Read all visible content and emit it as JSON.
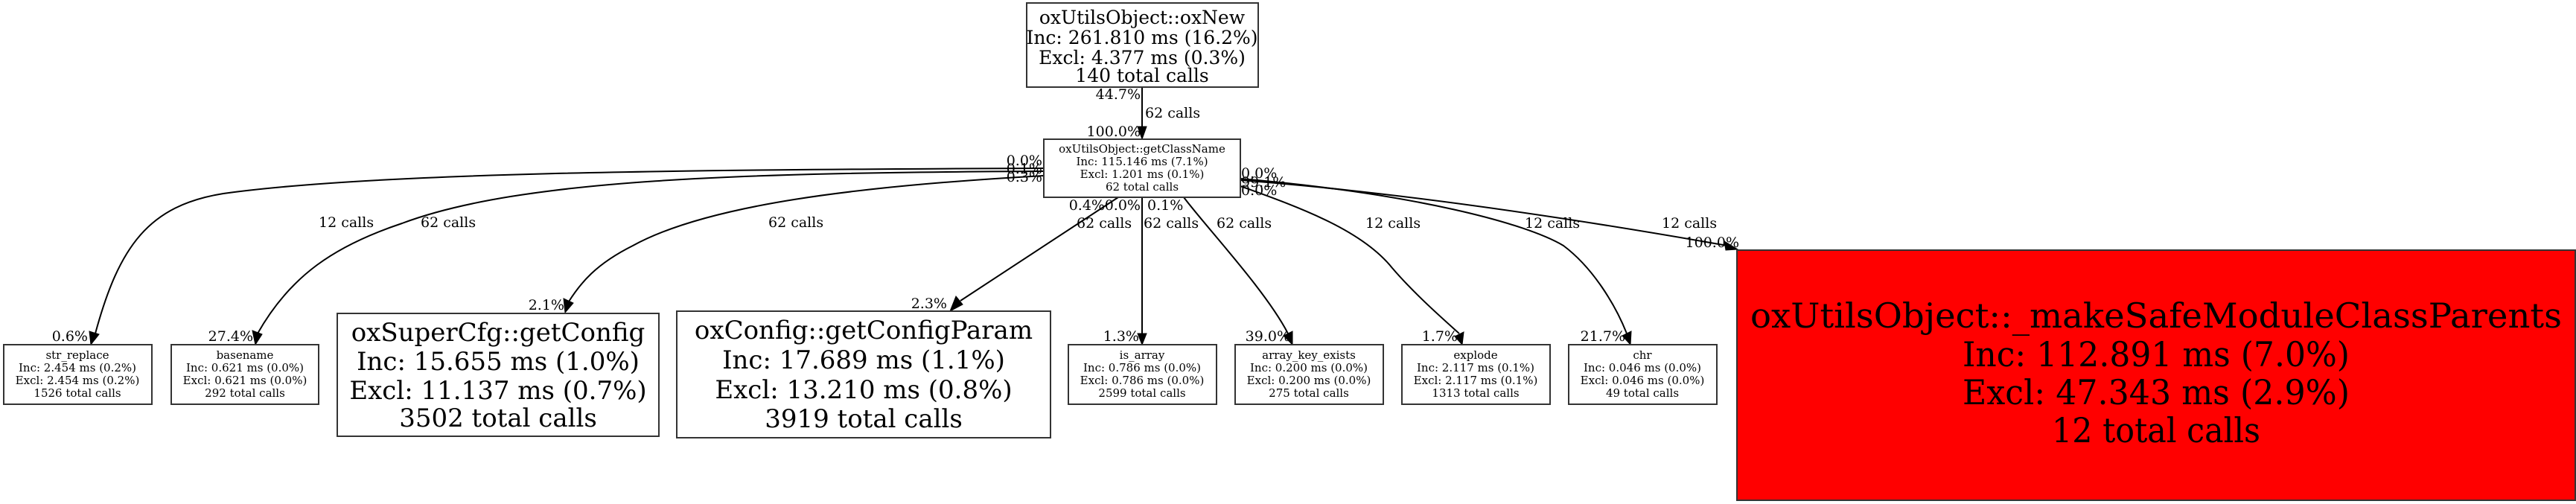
{
  "graph": {
    "title": "Call graph around oxUtilsObject::getClassName",
    "highlight_color": "#ff0000",
    "nodes": {
      "root": {
        "name": "oxUtilsObject::oxNew",
        "inc": "Inc: 261.810 ms (16.2%)",
        "excl": "Excl: 4.377 ms (0.3%)",
        "calls": "140 total calls"
      },
      "center": {
        "name": "oxUtilsObject::getClassName",
        "inc": "Inc: 115.146 ms (7.1%)",
        "excl": "Excl: 1.201 ms (0.1%)",
        "calls": "62 total calls"
      },
      "str_replace": {
        "name": "str_replace",
        "inc": "Inc: 2.454 ms (0.2%)",
        "excl": "Excl: 2.454 ms (0.2%)",
        "calls": "1526 total calls"
      },
      "basename": {
        "name": "basename",
        "inc": "Inc: 0.621 ms (0.0%)",
        "excl": "Excl: 0.621 ms (0.0%)",
        "calls": "292 total calls"
      },
      "getConfig": {
        "name": "oxSuperCfg::getConfig",
        "inc": "Inc: 15.655 ms (1.0%)",
        "excl": "Excl: 11.137 ms (0.7%)",
        "calls": "3502 total calls"
      },
      "getConfigParam": {
        "name": "oxConfig::getConfigParam",
        "inc": "Inc: 17.689 ms (1.1%)",
        "excl": "Excl: 13.210 ms (0.8%)",
        "calls": "3919 total calls"
      },
      "is_array": {
        "name": "is_array",
        "inc": "Inc: 0.786 ms (0.0%)",
        "excl": "Excl: 0.786 ms (0.0%)",
        "calls": "2599 total calls"
      },
      "array_key_exists": {
        "name": "array_key_exists",
        "inc": "Inc: 0.200 ms (0.0%)",
        "excl": "Excl: 0.200 ms (0.0%)",
        "calls": "275 total calls"
      },
      "explode": {
        "name": "explode",
        "inc": "Inc: 2.117 ms (0.1%)",
        "excl": "Excl: 2.117 ms (0.1%)",
        "calls": "1313 total calls"
      },
      "chr": {
        "name": "chr",
        "inc": "Inc: 0.046 ms (0.0%)",
        "excl": "Excl: 0.046 ms (0.0%)",
        "calls": "49 total calls"
      },
      "makeSafe": {
        "name": "oxUtilsObject::_makeSafeModuleClassParents",
        "inc": "Inc: 112.891 ms (7.0%)",
        "excl": "Excl: 47.343 ms (2.9%)",
        "calls": "12 total calls"
      }
    },
    "edges": {
      "root_center": {
        "calls": "62 calls",
        "tail_pct": "44.7%",
        "head_pct": "100.0%"
      },
      "center_str_replace": {
        "calls": "12 calls",
        "tail_pct": "0.0%",
        "head_pct": "0.6%"
      },
      "center_basename": {
        "calls": "62 calls",
        "tail_pct": "0.1%",
        "head_pct": "27.4%"
      },
      "center_getConfig": {
        "calls": "62 calls",
        "tail_pct": "0.3%",
        "head_pct": "2.1%"
      },
      "center_getConfigParam": {
        "calls": "62 calls",
        "tail_pct": "0.4%",
        "head_pct": "2.3%"
      },
      "center_is_array": {
        "calls": "62 calls",
        "tail_pct": "0.0%",
        "head_pct": "1.3%"
      },
      "center_array_key_exists": {
        "calls": "62 calls",
        "tail_pct": "0.1%",
        "head_pct": "39.0%"
      },
      "center_explode": {
        "calls": "12 calls",
        "tail_pct": "0.0%",
        "head_pct": "1.7%"
      },
      "center_chr": {
        "calls": "12 calls",
        "tail_pct": "0.0%",
        "head_pct": "21.7%"
      },
      "center_makeSafe": {
        "calls": "12 calls",
        "tail_pct": "99.1%",
        "head_pct": "100.0%"
      }
    }
  }
}
